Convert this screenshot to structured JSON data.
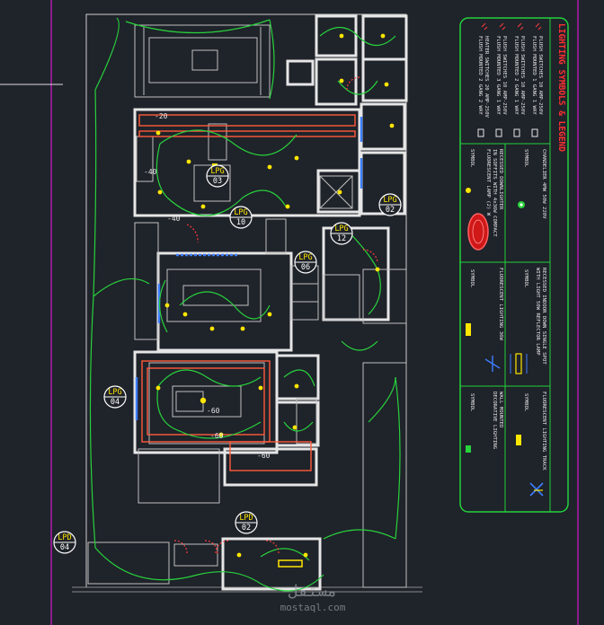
{
  "colors": {
    "background": "#1f232a",
    "wall": "#e6e6e6",
    "wire": "#28d23c",
    "fixture": "#ffe600",
    "tag": "#ffffff",
    "legend_frame": "#23d23c",
    "legend_title": "#ff3030",
    "accent_red": "#ff3c3c",
    "accent_blue": "#3c7dff",
    "border": "#b01ab0"
  },
  "tags": [
    {
      "code": "LPG",
      "num": "03"
    },
    {
      "code": "LPG",
      "num": "02"
    },
    {
      "code": "LPG",
      "num": "10"
    },
    {
      "code": "LPG",
      "num": "12"
    },
    {
      "code": "LPG",
      "num": "06"
    },
    {
      "code": "LPG",
      "num": "04"
    },
    {
      "code": "LPD",
      "num": "02"
    },
    {
      "code": "LPD",
      "num": "04"
    }
  ],
  "dim_labels": [
    "-20",
    "-40",
    "-40",
    "-60",
    "-60",
    "-60"
  ],
  "legend": {
    "title": "LIGHTING SYMBOLS & LEGEND",
    "switch_notes": [
      "PLUSH SWITCHES 10 AMP-250V",
      "FLUSH MOUNTED 1 GANG 1 WAY",
      "PLUSH SWITCHES 10 AMP-250V",
      "FLUSH MOUNTED 2 GANG 1 WAY",
      "PLUSH SWITCHES 10 AMP-250V",
      "FLUSH MOUNTED 3 GANG 1 WAY",
      "HEATER SWITCHES 20 AMP-250V",
      "FLUSH MOUNTED 2 GANG 2 WAY"
    ],
    "symbol_heading": "SYMBOL",
    "items": [
      "CHANDELIER 4MW 50W 220V",
      "RECESSED DOWNLIGHTER",
      "IN SOFFITS WITH 4x36W COMPACT",
      "FLUORESCENT LAMP (2) W",
      "RECESSED INDOOR DOWN SINGLE SPOT",
      "WITH LIGHT 50W REFLECTOR LAMP",
      "FLUORESCENT LIGHTING 36W",
      "FLUORESCENT LIGHTING TRACK",
      "WALL MOUNTED",
      "DECORATIVE LIGHTING"
    ]
  },
  "watermark": {
    "top": "مستقل",
    "bottom": "mostaql.com"
  }
}
